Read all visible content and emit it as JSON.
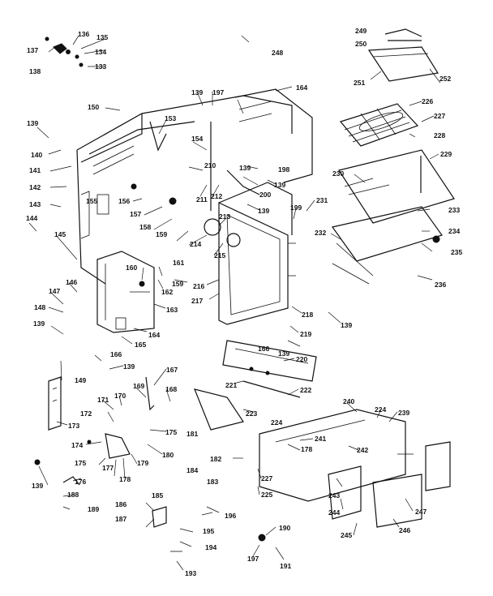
{
  "callouts": [
    {
      "id": "c133",
      "text": "133"
    },
    {
      "id": "c134",
      "text": "134"
    },
    {
      "id": "c135",
      "text": "135"
    },
    {
      "id": "c136",
      "text": "136"
    },
    {
      "id": "c137",
      "text": "137"
    },
    {
      "id": "c138",
      "text": "138"
    },
    {
      "id": "c139a",
      "text": "139"
    },
    {
      "id": "c139b",
      "text": "139"
    },
    {
      "id": "c139c",
      "text": "139"
    },
    {
      "id": "c139d",
      "text": "139"
    },
    {
      "id": "c139e",
      "text": "139"
    },
    {
      "id": "c139f",
      "text": "139"
    },
    {
      "id": "c139g",
      "text": "139"
    },
    {
      "id": "c139h",
      "text": "139"
    },
    {
      "id": "c139i",
      "text": "139"
    },
    {
      "id": "c139j",
      "text": "139"
    },
    {
      "id": "c140",
      "text": "140"
    },
    {
      "id": "c141",
      "text": "141"
    },
    {
      "id": "c142",
      "text": "142"
    },
    {
      "id": "c143",
      "text": "143"
    },
    {
      "id": "c144",
      "text": "144"
    },
    {
      "id": "c145",
      "text": "145"
    },
    {
      "id": "c146",
      "text": "146"
    },
    {
      "id": "c147",
      "text": "147"
    },
    {
      "id": "c148",
      "text": "148"
    },
    {
      "id": "c149",
      "text": "149"
    },
    {
      "id": "c150",
      "text": "150"
    },
    {
      "id": "c153",
      "text": "153"
    },
    {
      "id": "c154",
      "text": "154"
    },
    {
      "id": "c155",
      "text": "155"
    },
    {
      "id": "c156",
      "text": "156"
    },
    {
      "id": "c157",
      "text": "157"
    },
    {
      "id": "c158",
      "text": "158"
    },
    {
      "id": "c159a",
      "text": "159"
    },
    {
      "id": "c159b",
      "text": "159"
    },
    {
      "id": "c160",
      "text": "160"
    },
    {
      "id": "c161",
      "text": "161"
    },
    {
      "id": "c162",
      "text": "162"
    },
    {
      "id": "c163",
      "text": "163"
    },
    {
      "id": "c164a",
      "text": "164"
    },
    {
      "id": "c164b",
      "text": "164"
    },
    {
      "id": "c165",
      "text": "165"
    },
    {
      "id": "c166a",
      "text": "166"
    },
    {
      "id": "c166b",
      "text": "166"
    },
    {
      "id": "c167",
      "text": "167"
    },
    {
      "id": "c168",
      "text": "168"
    },
    {
      "id": "c169",
      "text": "169"
    },
    {
      "id": "c170",
      "text": "170"
    },
    {
      "id": "c171",
      "text": "171"
    },
    {
      "id": "c172",
      "text": "172"
    },
    {
      "id": "c173",
      "text": "173"
    },
    {
      "id": "c174",
      "text": "174"
    },
    {
      "id": "c175a",
      "text": "175"
    },
    {
      "id": "c175b",
      "text": "175"
    },
    {
      "id": "c176",
      "text": "176"
    },
    {
      "id": "c177",
      "text": "177"
    },
    {
      "id": "c178a",
      "text": "178"
    },
    {
      "id": "c178b",
      "text": "178"
    },
    {
      "id": "c179",
      "text": "179"
    },
    {
      "id": "c180",
      "text": "180"
    },
    {
      "id": "c181",
      "text": "181"
    },
    {
      "id": "c182",
      "text": "182"
    },
    {
      "id": "c183",
      "text": "183"
    },
    {
      "id": "c184",
      "text": "184"
    },
    {
      "id": "c185",
      "text": "185"
    },
    {
      "id": "c186",
      "text": "186"
    },
    {
      "id": "c187",
      "text": "187"
    },
    {
      "id": "c188",
      "text": "188"
    },
    {
      "id": "c189",
      "text": "189"
    },
    {
      "id": "c190",
      "text": "190"
    },
    {
      "id": "c191",
      "text": "191"
    },
    {
      "id": "c193",
      "text": "193"
    },
    {
      "id": "c194",
      "text": "194"
    },
    {
      "id": "c195",
      "text": "195"
    },
    {
      "id": "c196",
      "text": "196"
    },
    {
      "id": "c197a",
      "text": "197"
    },
    {
      "id": "c197b",
      "text": "197"
    },
    {
      "id": "c198",
      "text": "198"
    },
    {
      "id": "c199",
      "text": "199"
    },
    {
      "id": "c200",
      "text": "200"
    },
    {
      "id": "c210",
      "text": "210"
    },
    {
      "id": "c211",
      "text": "211"
    },
    {
      "id": "c212",
      "text": "212"
    },
    {
      "id": "c213",
      "text": "213"
    },
    {
      "id": "c214",
      "text": "214"
    },
    {
      "id": "c215",
      "text": "215"
    },
    {
      "id": "c216",
      "text": "216"
    },
    {
      "id": "c217",
      "text": "217"
    },
    {
      "id": "c218",
      "text": "218"
    },
    {
      "id": "c219",
      "text": "219"
    },
    {
      "id": "c220",
      "text": "220"
    },
    {
      "id": "c221",
      "text": "221"
    },
    {
      "id": "c222",
      "text": "222"
    },
    {
      "id": "c223",
      "text": "223"
    },
    {
      "id": "c224a",
      "text": "224"
    },
    {
      "id": "c224b",
      "text": "224"
    },
    {
      "id": "c225",
      "text": "225"
    },
    {
      "id": "c226",
      "text": "226"
    },
    {
      "id": "c227a",
      "text": "227"
    },
    {
      "id": "c227b",
      "text": "227"
    },
    {
      "id": "c228",
      "text": "228"
    },
    {
      "id": "c229",
      "text": "229"
    },
    {
      "id": "c230",
      "text": "230"
    },
    {
      "id": "c231",
      "text": "231"
    },
    {
      "id": "c232",
      "text": "232"
    },
    {
      "id": "c233",
      "text": "233"
    },
    {
      "id": "c234",
      "text": "234"
    },
    {
      "id": "c235",
      "text": "235"
    },
    {
      "id": "c236",
      "text": "236"
    },
    {
      "id": "c239",
      "text": "239"
    },
    {
      "id": "c240",
      "text": "240"
    },
    {
      "id": "c241",
      "text": "241"
    },
    {
      "id": "c242",
      "text": "242"
    },
    {
      "id": "c243",
      "text": "243"
    },
    {
      "id": "c244",
      "text": "244"
    },
    {
      "id": "c245",
      "text": "245"
    },
    {
      "id": "c246",
      "text": "246"
    },
    {
      "id": "c247",
      "text": "247"
    },
    {
      "id": "c248",
      "text": "248"
    },
    {
      "id": "c249",
      "text": "249"
    },
    {
      "id": "c250",
      "text": "250"
    },
    {
      "id": "c251",
      "text": "251"
    },
    {
      "id": "c252",
      "text": "252"
    }
  ]
}
